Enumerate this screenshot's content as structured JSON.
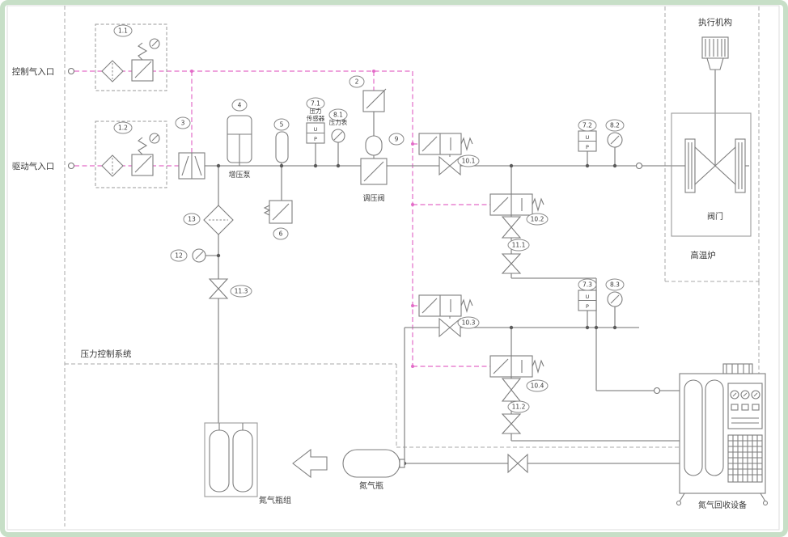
{
  "diagram": {
    "inlets": {
      "control": "控制气入口",
      "drive": "驱动气入口"
    },
    "labels": {
      "booster_pump": "增压泵",
      "pressure_sensor_line1": "压力",
      "pressure_sensor_line2": "传感器",
      "pressure_gauge": "压力表",
      "regulator": "调压阀",
      "actuator": "执行机构",
      "valve": "阀门",
      "furnace": "高温炉",
      "pressure_control_system": "压力控制系统",
      "n2_bottle_group": "氮气瓶组",
      "n2_bottle": "氮气瓶",
      "n2_recovery": "氮气回收设备"
    },
    "transmitter": {
      "u": "U",
      "p": "P"
    },
    "tags": {
      "f1_1": "1.1",
      "f1_2": "1.2",
      "v2": "2",
      "v3": "3",
      "p4": "4",
      "a5": "5",
      "r6": "6",
      "s7_1": "7.1",
      "g8_1": "8.1",
      "r9": "9",
      "v10_1": "10.1",
      "v10_2": "10.2",
      "v10_3": "10.3",
      "v10_4": "10.4",
      "v11_1": "11.1",
      "v11_2": "11.2",
      "v11_3": "11.3",
      "g12": "12",
      "f13": "13",
      "s7_2": "7.2",
      "g8_2": "8.2",
      "s7_3": "7.3",
      "g8_3": "8.3"
    },
    "colors": {
      "pipe": "#8c8c8c",
      "control_line": "#e36bc8",
      "frame": "#c7dfc7",
      "text": "#3a3a3a"
    }
  }
}
